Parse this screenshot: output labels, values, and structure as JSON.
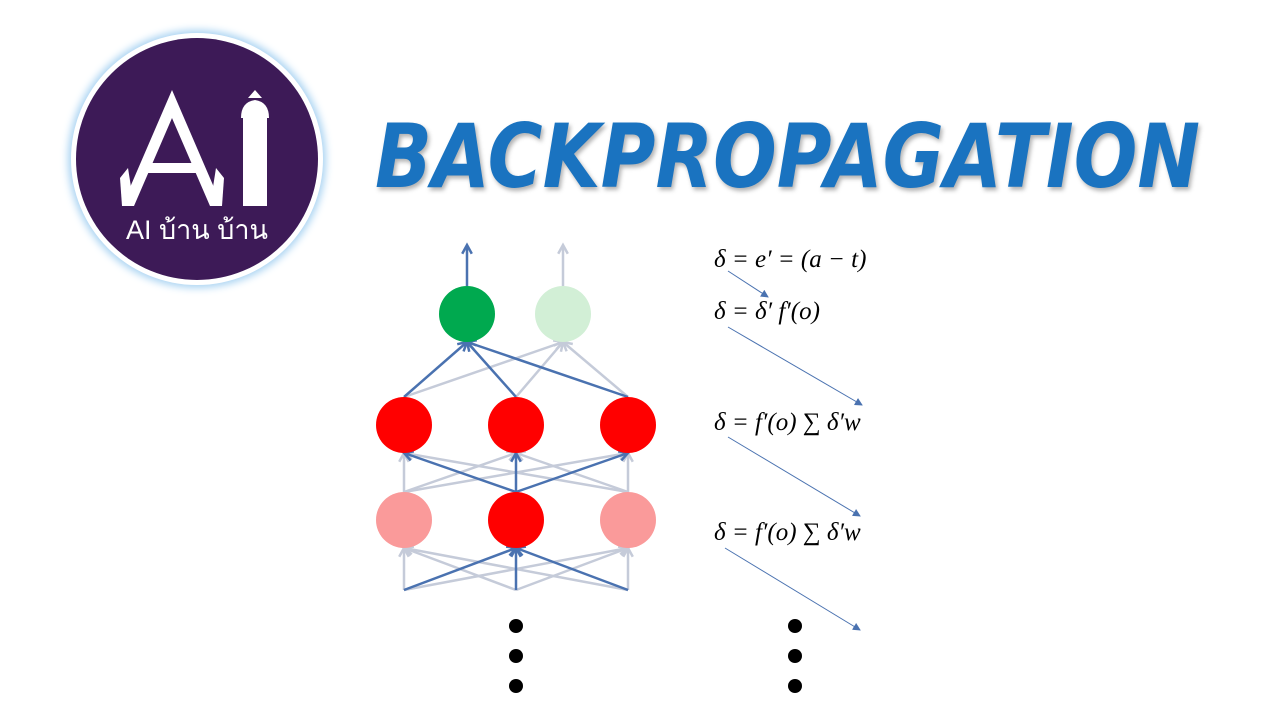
{
  "logo": {
    "text": "AI บ้าน บ้าน",
    "background": "#3d1a57",
    "glow": "#a9d3f2"
  },
  "title": {
    "text": "BACKPROPAGATION",
    "color": "#1a73c0"
  },
  "equations": [
    "δ = e′ = (a − t)",
    "δ = δ′ f′(o)",
    "δ = f′(o) ∑ δ′w",
    "δ = f′(o) ∑ δ′w"
  ],
  "network": {
    "colors": {
      "active_output": "#00a94f",
      "inactive_output": "#d2efd6",
      "active_hidden": "#ff0000",
      "inactive_hidden": "#fa9a9a",
      "active_edge": "#4a72b0",
      "inactive_edge": "#c5cbd9"
    },
    "layers": [
      {
        "role": "output",
        "active": [
          true,
          false
        ]
      },
      {
        "role": "hidden",
        "active": [
          true,
          true,
          true
        ]
      },
      {
        "role": "hidden",
        "active": [
          false,
          true,
          false
        ]
      }
    ]
  },
  "continuation": "⋮"
}
